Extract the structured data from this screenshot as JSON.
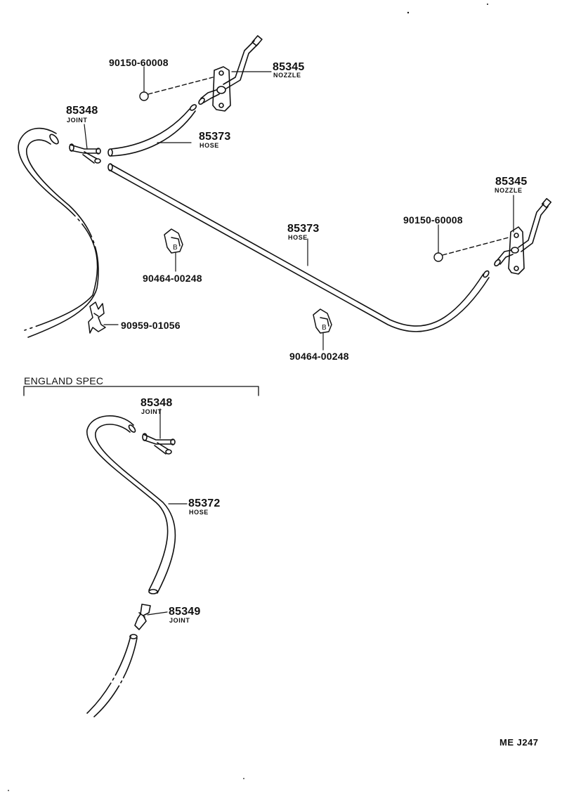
{
  "diagram": {
    "code": "ME J247",
    "section_label": "ENGLAND SPEC",
    "callouts": {
      "nozzle_upper_pn": "85345",
      "nozzle_upper_name": "NOZZLE",
      "plug_upper_pn": "90150-60008",
      "joint_upper_pn": "85348",
      "joint_upper_name": "JOINT",
      "hose_short_pn": "85373",
      "hose_short_name": "HOSE",
      "hose_long_pn": "85373",
      "hose_long_name": "HOSE",
      "nozzle_right_pn": "85345",
      "nozzle_right_name": "NOZZLE",
      "plug_right_pn": "90150-60008",
      "clip_a_pn": "90464-00248",
      "clip_b_pn": "90464-00248",
      "clamp_pn": "90959-01056",
      "joint_eng_pn": "85348",
      "joint_eng_name": "JOINT",
      "hose_eng_pn": "85372",
      "hose_eng_name": "HOSE",
      "joint_eng_lower_pn": "85349",
      "joint_eng_lower_name": "JOINT"
    }
  }
}
